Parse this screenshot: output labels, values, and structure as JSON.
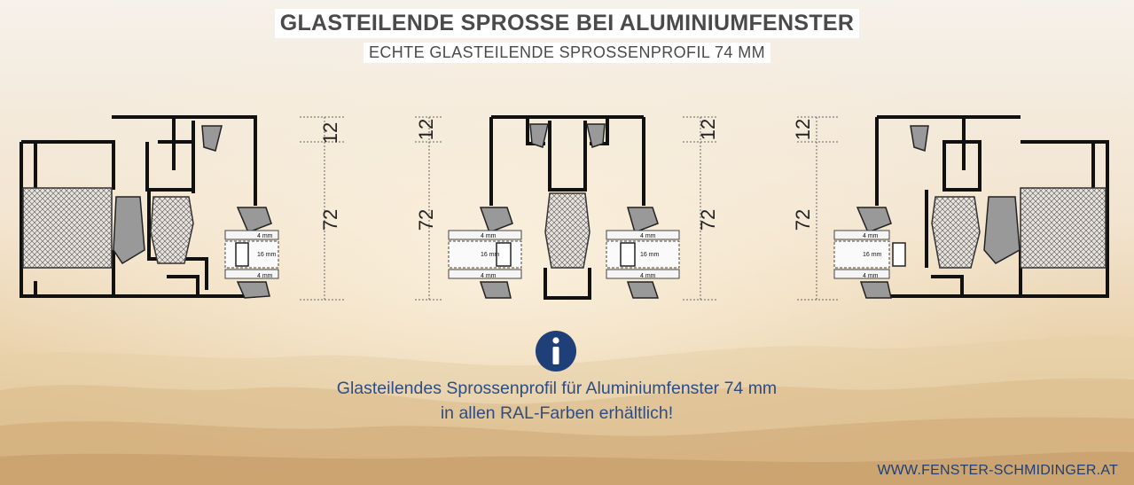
{
  "header": {
    "title": "GLASTEILENDE SPROSSE BEI ALUMINIUMFENSTER",
    "subtitle": "ECHTE GLASTEILENDE SPROSSENPROFIL 74 MM"
  },
  "dimensions": {
    "top": "12",
    "main": "72",
    "glass_outer": "4 mm",
    "glass_gap": "16 mm",
    "glass_inner": "4 mm"
  },
  "info": {
    "icon": "info-icon",
    "line1": "Glasteilendes Sprossenprofil für Aluminiumfenster 74 mm",
    "line2": "in allen RAL-Farben erhältlich!"
  },
  "footer": {
    "website": "WWW.FENSTER-SCHMIDINGER.AT"
  },
  "colors": {
    "profile": "#111111",
    "text_blue": "#2e4d82",
    "info_circle": "#1f3f78"
  }
}
